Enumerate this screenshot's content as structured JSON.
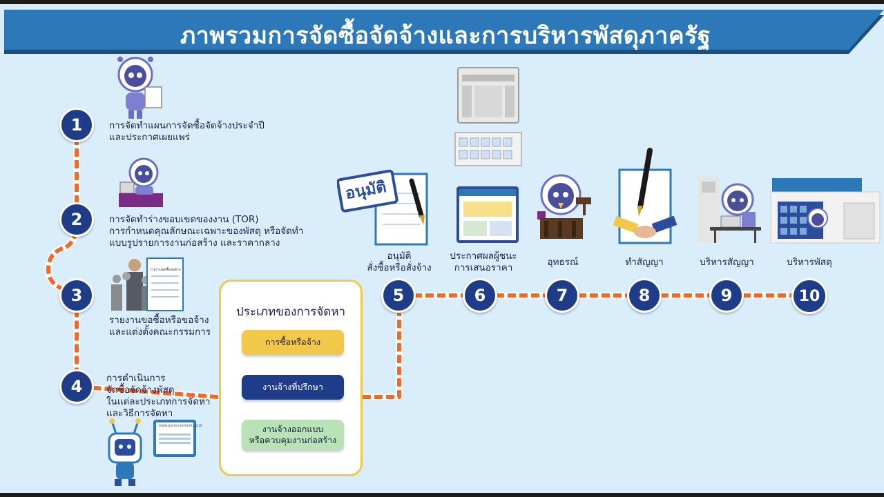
{
  "title": "ภาพรวมการจัดซื้อจัดจ้างและการบริหารพัสดุภาครัฐ",
  "steps": [
    {
      "num": "1",
      "lines": [
        "การจัดทำแผนการจัดซื้อจัดจ้างประจำปี",
        "และประกาศเผยแพร่"
      ]
    },
    {
      "num": "2",
      "lines": [
        "การจัดทำร่างขอบเขตของงาน (TOR)",
        "การกำหนดคุณลักษณะเฉพาะของพัสดุ หรือจัดทำ",
        "แบบรูปรายการงานก่อสร้าง และราคากลาง"
      ]
    },
    {
      "num": "3",
      "lines": [
        "รายงานขอซื้อหรือขอจ้าง",
        "และแต่งตั้งคณะกรรมการ"
      ]
    },
    {
      "num": "4",
      "lines": [
        "การดำเนินการ",
        "จัดซื้อจัดจ้างพัสดุ",
        "ในแต่ละประเภทการจัดหา",
        "และวิธีการจัดหา"
      ]
    },
    {
      "num": "5",
      "lines": [
        "อนุมัติ",
        "สั่งซื้อหรือสั่งจ้าง"
      ]
    },
    {
      "num": "6",
      "lines": [
        "ประกาศผลผู้ชนะ",
        "การเสนอราคา"
      ]
    },
    {
      "num": "7",
      "lines": [
        "อุทธรณ์"
      ]
    },
    {
      "num": "8",
      "lines": [
        "ทำสัญญา"
      ]
    },
    {
      "num": "9",
      "lines": [
        "บริหารสัญญา"
      ]
    },
    {
      "num": "10",
      "lines": [
        "บริหารพัสดุ"
      ]
    }
  ],
  "procurement_types": {
    "title": "ประเภทของการจัดหา",
    "items": [
      {
        "lines": [
          "การซื้อหรือจ้าง"
        ],
        "bg": "#f2c84b",
        "color": "#1a1f4a"
      },
      {
        "lines": [
          "งานจ้างที่ปรึกษา"
        ],
        "bg": "#1f3c88",
        "color": "#ffffff"
      },
      {
        "lines": [
          "งานจ้างออกแบบ",
          "หรือควบคุมงานก่อสร้าง"
        ],
        "bg": "#b9e3b6",
        "color": "#1a1f4a"
      }
    ]
  },
  "illustrations": {
    "stamp_text": "อนุมัติ",
    "website_text": "www.gprocurement.go.th",
    "report_doc_text": "รายงานขอซื้อขอจ้าง"
  },
  "colors": {
    "route": "#f06a25",
    "step_circle": "#1f3c88",
    "banner": "#2c78b8",
    "background": "#d9eefa"
  }
}
